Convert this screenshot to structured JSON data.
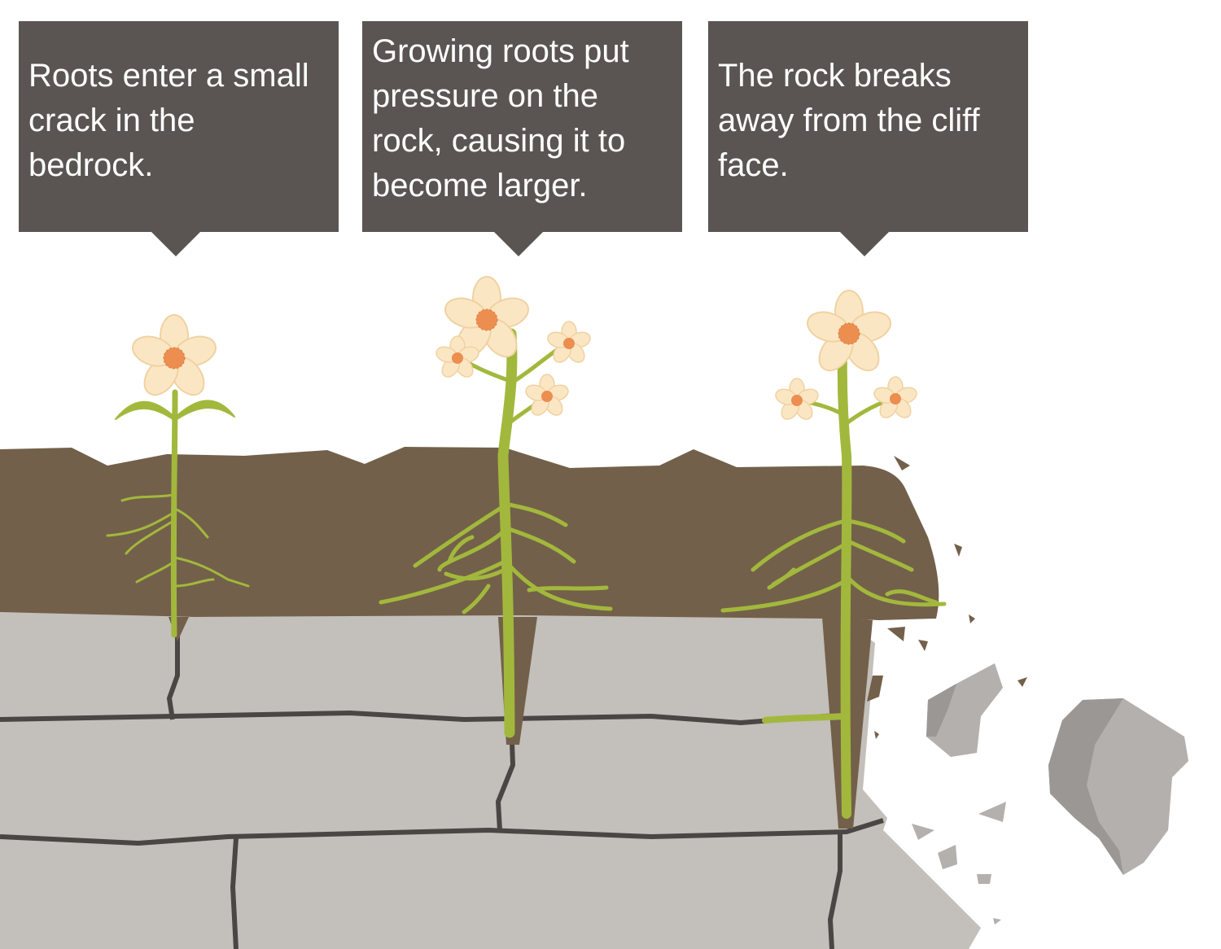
{
  "callouts": [
    {
      "text": "Roots enter a small crack in the bedrock."
    },
    {
      "text": "Growing roots put pressure on the rock, causing it to become larger."
    },
    {
      "text": "The rock breaks away from the cliff face."
    }
  ],
  "colors": {
    "callout_bg": "#5a5552",
    "soil": "#73604a",
    "rock": "#c3bfba",
    "rock_line": "#4a4644",
    "stem": "#a2b83c",
    "petal": "#fbe6c4",
    "flower_center": "#ec8e4f",
    "boulder": "#b3b0ad"
  }
}
